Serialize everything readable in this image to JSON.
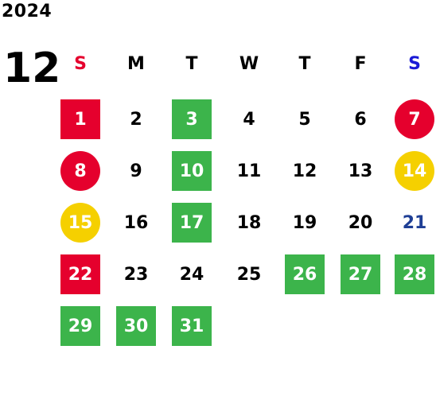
{
  "year": "2024",
  "month": "12",
  "weekdays": [
    {
      "label": "S",
      "color": "#e5002d"
    },
    {
      "label": "M",
      "color": "#000000"
    },
    {
      "label": "T",
      "color": "#000000"
    },
    {
      "label": "W",
      "color": "#000000"
    },
    {
      "label": "T",
      "color": "#000000"
    },
    {
      "label": "F",
      "color": "#000000"
    },
    {
      "label": "S",
      "color": "#1a1ad6"
    }
  ],
  "days": [
    {
      "day": "1",
      "style": "red-sq"
    },
    {
      "day": "2",
      "style": "plain"
    },
    {
      "day": "3",
      "style": "green-sq"
    },
    {
      "day": "4",
      "style": "plain"
    },
    {
      "day": "5",
      "style": "plain"
    },
    {
      "day": "6",
      "style": "plain"
    },
    {
      "day": "7",
      "style": "red-circ"
    },
    {
      "day": "8",
      "style": "red-circ"
    },
    {
      "day": "9",
      "style": "plain"
    },
    {
      "day": "10",
      "style": "green-sq"
    },
    {
      "day": "11",
      "style": "plain"
    },
    {
      "day": "12",
      "style": "plain"
    },
    {
      "day": "13",
      "style": "plain"
    },
    {
      "day": "14",
      "style": "yellow-circ"
    },
    {
      "day": "15",
      "style": "yellow-circ"
    },
    {
      "day": "16",
      "style": "plain"
    },
    {
      "day": "17",
      "style": "green-sq"
    },
    {
      "day": "18",
      "style": "plain"
    },
    {
      "day": "19",
      "style": "plain"
    },
    {
      "day": "20",
      "style": "plain"
    },
    {
      "day": "21",
      "style": "blue-text"
    },
    {
      "day": "22",
      "style": "red-sq"
    },
    {
      "day": "23",
      "style": "plain"
    },
    {
      "day": "24",
      "style": "plain"
    },
    {
      "day": "25",
      "style": "plain"
    },
    {
      "day": "26",
      "style": "green-sq"
    },
    {
      "day": "27",
      "style": "green-sq"
    },
    {
      "day": "28",
      "style": "green-sq"
    },
    {
      "day": "29",
      "style": "green-sq"
    },
    {
      "day": "30",
      "style": "green-sq"
    },
    {
      "day": "31",
      "style": "green-sq"
    }
  ],
  "colors": {
    "red": "#e5002d",
    "green": "#3cb44b",
    "yellow": "#f5d000",
    "blue": "#1f3f95"
  }
}
